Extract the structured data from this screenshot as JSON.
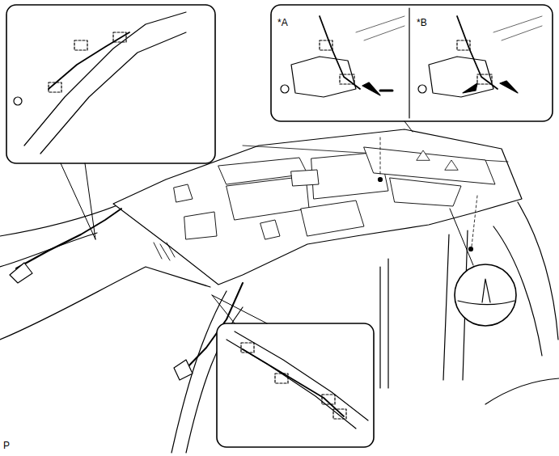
{
  "diagram": {
    "labels": [
      "*A",
      "*B",
      "P"
    ]
  }
}
